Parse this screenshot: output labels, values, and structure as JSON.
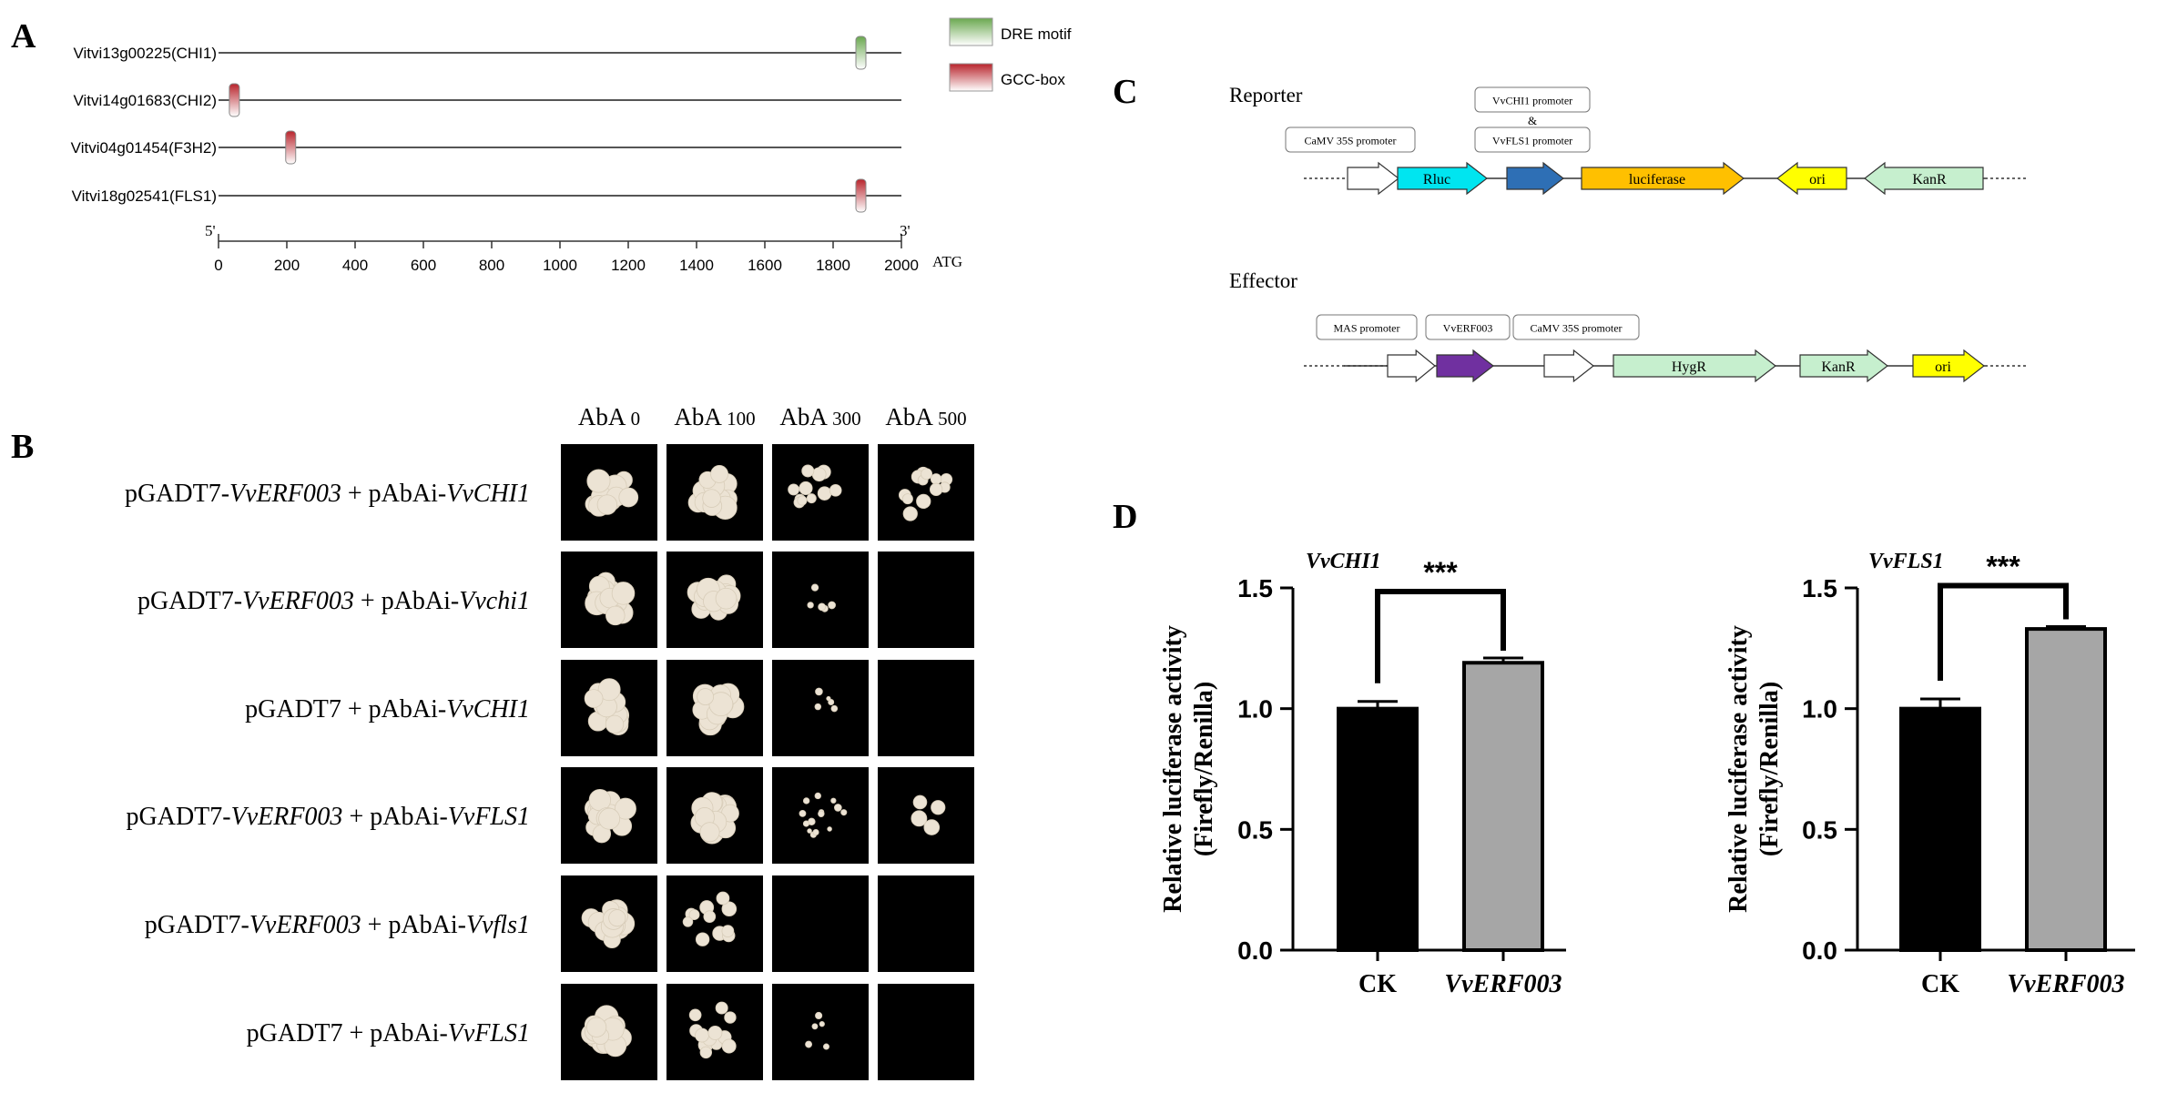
{
  "panels": {
    "A": "A",
    "B": "B",
    "C": "C",
    "D": "D"
  },
  "panelA": {
    "genes": [
      {
        "label": "Vitvi13g00225(CHI1)",
        "motif": "dre",
        "pos": 1880
      },
      {
        "label": "Vitvi14g01683(CHI2)",
        "motif": "gcc",
        "pos": 45
      },
      {
        "label": "Vitvi04g01454(F3H2)",
        "motif": "gcc",
        "pos": 210
      },
      {
        "label": "Vitvi18g02541(FLS1)",
        "motif": "gcc",
        "pos": 1880
      }
    ],
    "axis": {
      "min": 0,
      "max": 2000,
      "ticks": [
        "0",
        "200",
        "400",
        "600",
        "800",
        "1000",
        "1200",
        "1400",
        "1600",
        "1800",
        "2000"
      ],
      "left_end": "5'",
      "right_end": "3'",
      "atg": "ATG"
    },
    "legend": [
      {
        "label": "DRE motif",
        "color": "#7cb45a"
      },
      {
        "label": "GCC-box",
        "color": "#b8242c"
      }
    ]
  },
  "panelB": {
    "columns": [
      {
        "main": "AbA",
        "sub": "0"
      },
      {
        "main": "AbA",
        "sub": "100"
      },
      {
        "main": "AbA",
        "sub": "300"
      },
      {
        "main": "AbA",
        "sub": "500"
      }
    ],
    "rows": [
      {
        "pre": "pGADT7-",
        "effector": "VvERF003",
        "mid": " + pAbAi-",
        "target": "VvCHI1",
        "growth": [
          "dense",
          "dense",
          "medium",
          "medium"
        ]
      },
      {
        "pre": "pGADT7-",
        "effector": "VvERF003",
        "mid": " + pAbAi-",
        "target": "Vvchi1",
        "growth": [
          "dense",
          "dense",
          "sparse",
          "none"
        ]
      },
      {
        "pre": "pGADT7",
        "effector": "",
        "mid": " + pAbAi-",
        "target": "VvCHI1",
        "growth": [
          "dense",
          "dense",
          "sparse",
          "none"
        ]
      },
      {
        "pre": "pGADT7-",
        "effector": "VvERF003",
        "mid": " + pAbAi-",
        "target": "VvFLS1",
        "growth": [
          "dense",
          "dense",
          "scatter",
          "few"
        ]
      },
      {
        "pre": "pGADT7-",
        "effector": "VvERF003",
        "mid": " + pAbAi-",
        "target": "Vvfls1",
        "growth": [
          "dense",
          "medium",
          "none",
          "none"
        ]
      },
      {
        "pre": "pGADT7",
        "effector": "",
        "mid": " + pAbAi-",
        "target": "VvFLS1",
        "growth": [
          "dense",
          "medium",
          "sparse",
          "none"
        ]
      }
    ]
  },
  "panelC": {
    "reporter": {
      "title": "Reporter",
      "boxes": [
        "CaMV 35S promoter",
        "VvCHI1 promoter",
        "&",
        "VvFLS1 promoter"
      ],
      "parts": [
        {
          "label": "",
          "color": "#ffffff",
          "dir": "right"
        },
        {
          "label": "Rluc",
          "color": "#00e5f0",
          "dir": "right"
        },
        {
          "label": "",
          "color": "#2e6fb5",
          "dir": "right"
        },
        {
          "label": "luciferase",
          "color": "#ffc000",
          "dir": "right"
        },
        {
          "label": "ori",
          "color": "#ffff00",
          "dir": "left"
        },
        {
          "label": "KanR",
          "color": "#c6efce",
          "dir": "left"
        }
      ]
    },
    "effector": {
      "title": "Effector",
      "boxes": [
        "MAS promoter",
        "VvERF003",
        "CaMV 35S promoter"
      ],
      "parts": [
        {
          "label": "",
          "color": "#ffffff",
          "dir": "right"
        },
        {
          "label": "",
          "color": "#7030a0",
          "dir": "right"
        },
        {
          "label": "",
          "color": "#ffffff",
          "dir": "right"
        },
        {
          "label": "HygR",
          "color": "#c6efce",
          "dir": "right"
        },
        {
          "label": "KanR",
          "color": "#c6efce",
          "dir": "right"
        },
        {
          "label": "ori",
          "color": "#ffff00",
          "dir": "right"
        }
      ]
    }
  },
  "chart_data": [
    {
      "type": "bar",
      "title": "VvCHI1",
      "ylabel": "Relative luciferase activity",
      "ylabel2": "(Firefly/Renilla)",
      "categories": [
        "CK",
        "VvERF003"
      ],
      "values": [
        1.0,
        1.19
      ],
      "errors": [
        0.03,
        0.02
      ],
      "colors": [
        "#000000",
        "#a6a6a6"
      ],
      "ylim": [
        0,
        1.5
      ],
      "yticks": [
        "0.0",
        "0.5",
        "1.0",
        "1.5"
      ],
      "significance": "***"
    },
    {
      "type": "bar",
      "title": "VvFLS1",
      "ylabel": "Relative luciferase activity",
      "ylabel2": "(Firefly/Renilla)",
      "categories": [
        "CK",
        "VvERF003"
      ],
      "values": [
        1.0,
        1.33
      ],
      "errors": [
        0.04,
        0.01
      ],
      "colors": [
        "#000000",
        "#a6a6a6"
      ],
      "ylim": [
        0,
        1.5
      ],
      "yticks": [
        "0.0",
        "0.5",
        "1.0",
        "1.5"
      ],
      "significance": "***"
    }
  ]
}
